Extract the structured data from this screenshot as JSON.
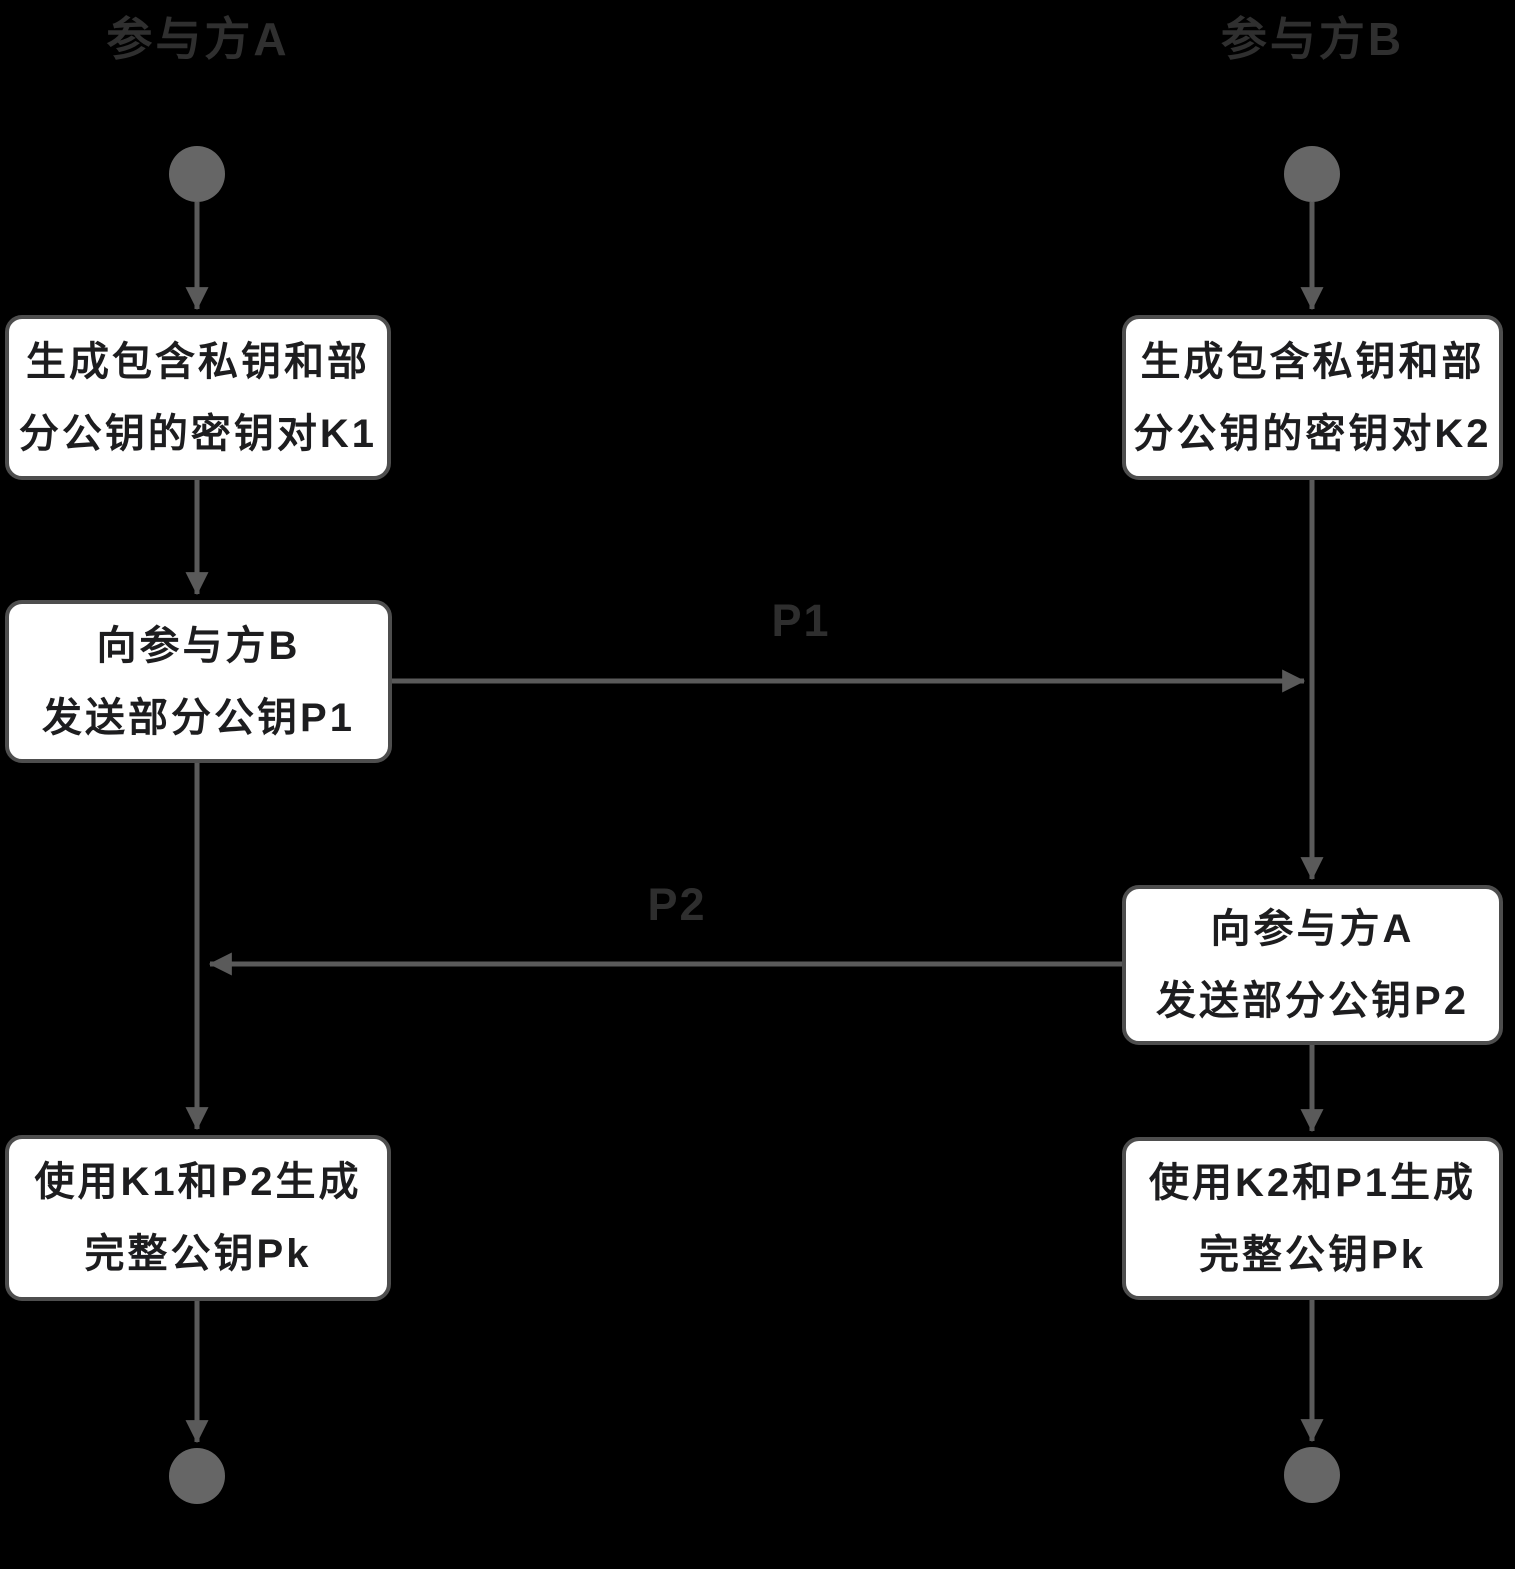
{
  "colors": {
    "background": "#000000",
    "box_fill": "#ffffff",
    "box_border": "#4e4e4e",
    "box_text": "#1d1d1f",
    "connector_line": "#5a5a5a",
    "start_end_node_fill": "#666666",
    "participant_title_text": "#2f2f2f",
    "message_label_text": "#2e2e2e"
  },
  "participant_a": {
    "title": "参与方A",
    "box1": {
      "line1": "生成包含私钥和部",
      "line2": "分公钥的密钥对K1"
    },
    "box2": {
      "line1": "向参与方B",
      "line2": "发送部分公钥P1"
    },
    "box3": {
      "line1": "使用K1和P2生成",
      "line2": "完整公钥Pk"
    }
  },
  "participant_b": {
    "title": "参与方B",
    "box1": {
      "line1": "生成包含私钥和部",
      "line2": "分公钥的密钥对K2"
    },
    "box2": {
      "line1": "向参与方A",
      "line2": "发送部分公钥P2"
    },
    "box3": {
      "line1": "使用K2和P1生成",
      "line2": "完整公钥Pk"
    }
  },
  "messages": {
    "p1": {
      "label": "P1"
    },
    "p2": {
      "label": "P2"
    }
  }
}
